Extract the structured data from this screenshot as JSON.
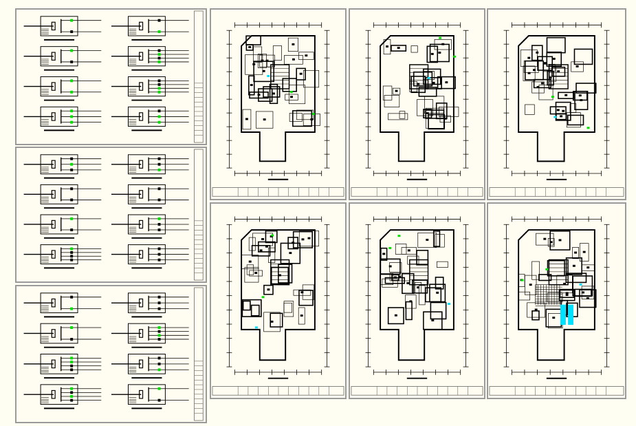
{
  "drawing": {
    "colors": {
      "background": "#fffdf1",
      "sheet_border": "#9a9a9a",
      "linework": "#000000",
      "accent_green": "#00e000",
      "accent_cyan": "#00e0ff"
    },
    "sheets": [
      {
        "id": "schematic-1",
        "kind": "electrical-schematic"
      },
      {
        "id": "schematic-2",
        "kind": "electrical-schematic"
      },
      {
        "id": "schematic-3",
        "kind": "electrical-schematic"
      },
      {
        "id": "plan-1",
        "kind": "floor-plan"
      },
      {
        "id": "plan-2",
        "kind": "floor-plan"
      },
      {
        "id": "plan-3",
        "kind": "floor-plan"
      },
      {
        "id": "plan-4",
        "kind": "floor-plan"
      },
      {
        "id": "plan-5",
        "kind": "floor-plan"
      },
      {
        "id": "plan-6",
        "kind": "floor-plan"
      }
    ]
  }
}
